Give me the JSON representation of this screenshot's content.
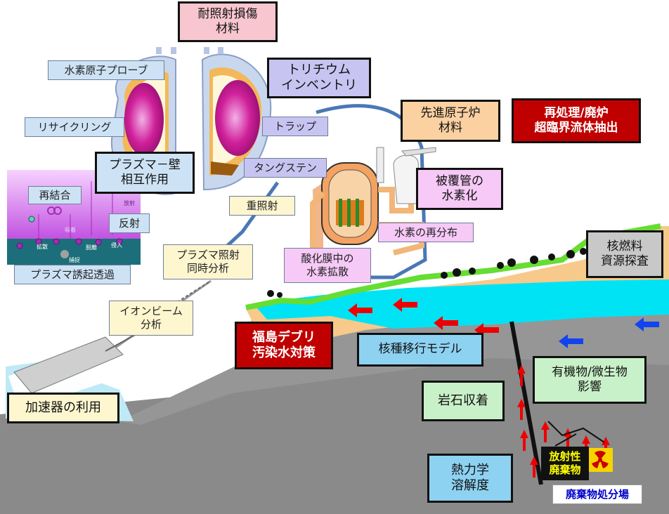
{
  "labels": {
    "irradiation_materials": "耐照射損傷\n材料",
    "hydrogen_atom_probe": "水素原子プローブ",
    "tritium_inventory": "トリチウム\nインベントリ",
    "recycling": "リサイクリング",
    "trap": "トラップ",
    "plasma_wall": "プラズマ－壁\n相互作用",
    "tungsten": "タングステン",
    "recombination": "再結合",
    "reflection": "反射",
    "heavy_irradiation": "重照射",
    "plasma_permeation": "プラズマ誘起透過",
    "plasma_simultaneous": "プラズマ照射\n同時分析",
    "ion_beam": "イオンビーム\n分析",
    "accelerator": "加速器の利用",
    "advanced_reactor": "先進原子炉\n材料",
    "reprocessing": "再処理/廃炉\n超臨界流体抽出",
    "cladding_hydride": "被覆管の\n水素化",
    "hydrogen_redistribution": "水素の再分布",
    "oxide_diffusion": "酸化膜中の\n水素拡散",
    "fuel_resource": "核燃料\n資源探査",
    "fukushima": "福島デブリ\n汚染水対策",
    "nuclide_migration": "核種移行モデル",
    "organic_microbe": "有機物/微生物\n影響",
    "rock_sorption": "岩石収着",
    "thermodynamics": "熱力学\n溶解度",
    "radioactive_waste": "放射性\n廃棄物",
    "disposal_site": "廃棄物処分場"
  },
  "inset_labels": {
    "diffusion": "拡散",
    "desorption": "脱離",
    "capture": "捕捉",
    "intrusion": "侵入",
    "radiation": "放射",
    "adsorption": "吸着"
  },
  "colors": {
    "ground": "#808080",
    "groundwater": "#00e6f7",
    "sand": "#f7c98a",
    "grass": "#66dd33",
    "arrow_red": "#ee0000",
    "arrow_blue": "#1144ee",
    "plasma": "#d0209a",
    "reactor_shell": "#f4a261",
    "waste_label": "#ffff00",
    "disposal_label": "#0000cc"
  }
}
